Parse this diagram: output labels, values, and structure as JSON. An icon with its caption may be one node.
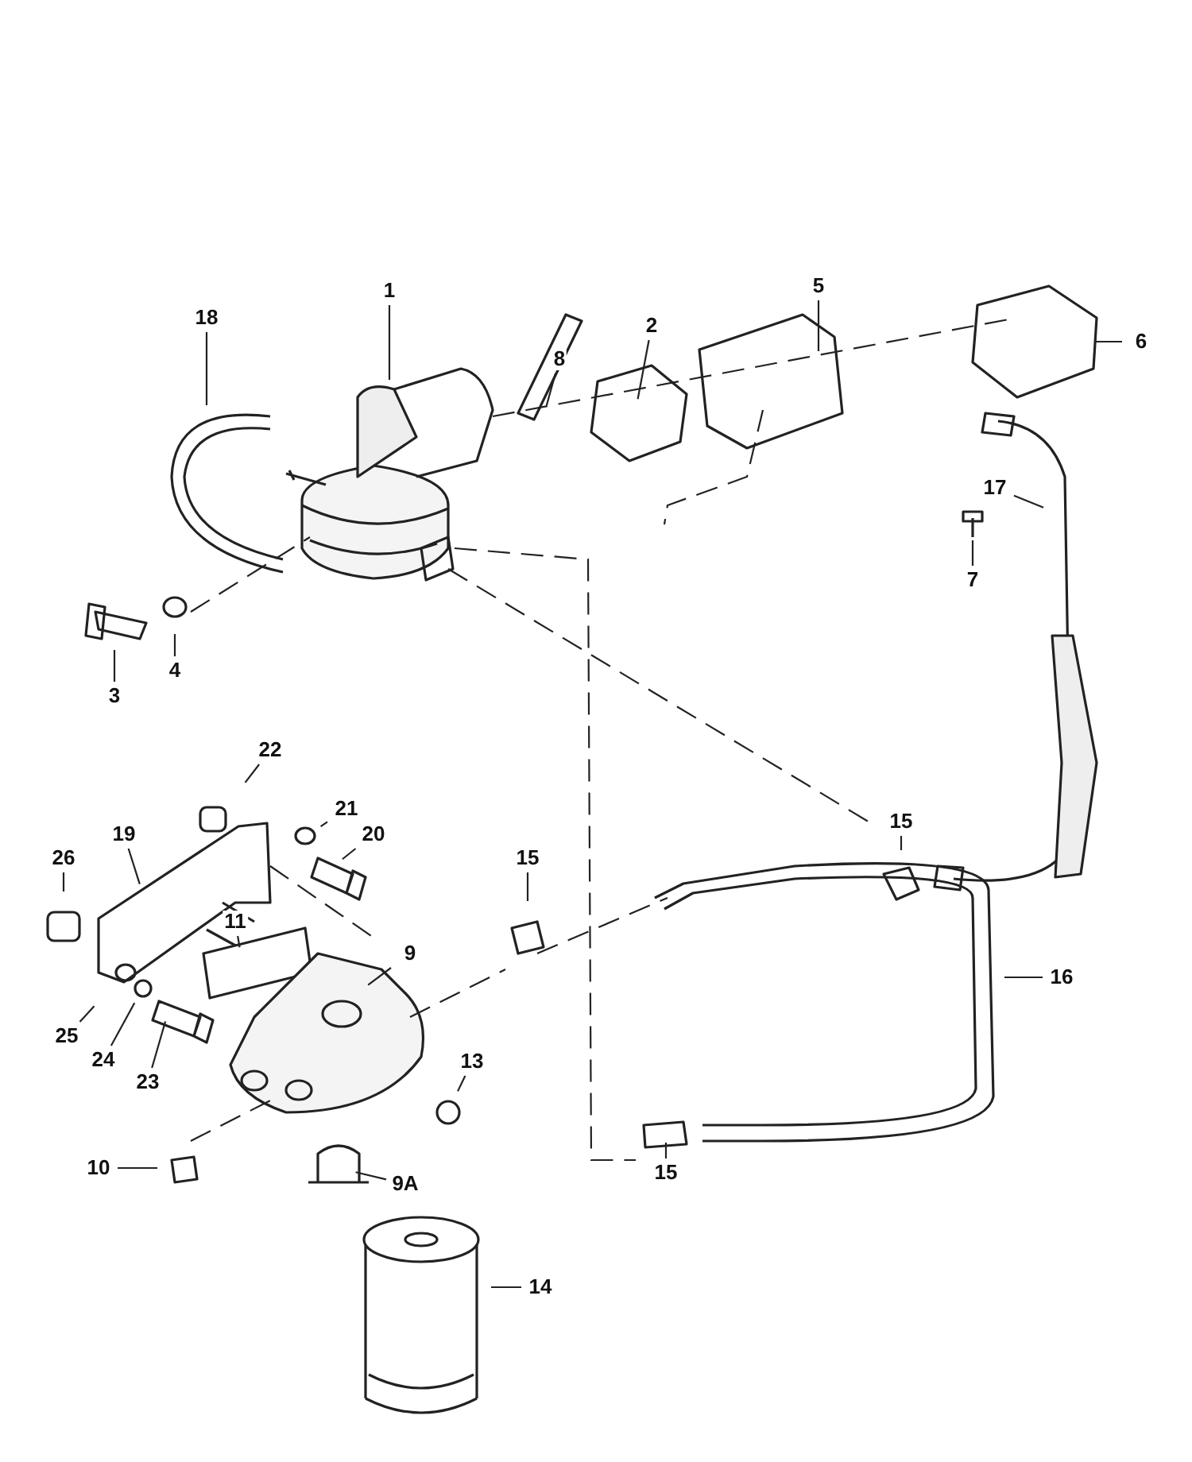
{
  "diagram": {
    "nodes": [
      {
        "text": [
          "5"
        ]
      },
      {
        "text": [
          "6"
        ]
      },
      {
        "text": [
          "8"
        ]
      },
      {
        "text": [
          "2"
        ]
      },
      {
        "text": [
          "1"
        ]
      },
      {
        "text": [
          "18"
        ]
      },
      {
        "text": [
          "17"
        ]
      },
      {
        "text": [
          "7"
        ]
      },
      {
        "text": [
          "4"
        ]
      },
      {
        "text": [
          "3"
        ]
      },
      {
        "text": [
          "22"
        ]
      },
      {
        "text": [
          "21"
        ]
      },
      {
        "text": [
          "20"
        ]
      },
      {
        "text": [
          "15"
        ]
      },
      {
        "text": [
          "26"
        ]
      },
      {
        "text": [
          "19"
        ]
      },
      {
        "text": [
          "15"
        ]
      },
      {
        "text": [
          "11"
        ]
      },
      {
        "text": [
          "9"
        ]
      },
      {
        "text": [
          "16"
        ]
      },
      {
        "text": [
          "25"
        ]
      },
      {
        "text": [
          "24"
        ]
      },
      {
        "text": [
          "23"
        ]
      },
      {
        "text": [
          "13"
        ]
      },
      {
        "text": [
          "10"
        ]
      },
      {
        "text": [
          "9A"
        ]
      },
      {
        "text": [
          "15"
        ]
      },
      {
        "text": [
          "14"
        ]
      }
    ],
    "edges": [
      {
        "from": 0,
        "to": null,
        "arrow": "none"
      },
      {
        "from": 1,
        "to": null,
        "arrow": "none"
      },
      {
        "from": 2,
        "to": null,
        "arrow": "none"
      },
      {
        "from": 3,
        "to": null,
        "arrow": "none"
      },
      {
        "from": 4,
        "to": null,
        "arrow": "none"
      },
      {
        "from": 5,
        "to": null,
        "arrow": "none"
      },
      {
        "from": 6,
        "to": null,
        "arrow": "none"
      },
      {
        "from": 7,
        "to": null,
        "arrow": "none"
      },
      {
        "from": 8,
        "to": null,
        "arrow": "none"
      },
      {
        "from": 9,
        "to": null,
        "arrow": "none"
      },
      {
        "from": 10,
        "to": null,
        "arrow": "none"
      },
      {
        "from": 11,
        "to": null,
        "arrow": "none"
      },
      {
        "from": 12,
        "to": null,
        "arrow": "none"
      },
      {
        "from": 13,
        "to": null,
        "arrow": "none"
      },
      {
        "from": 14,
        "to": null,
        "arrow": "none"
      },
      {
        "from": 15,
        "to": null,
        "arrow": "none"
      },
      {
        "from": 16,
        "to": null,
        "arrow": "none"
      },
      {
        "from": 17,
        "to": null,
        "arrow": "none"
      },
      {
        "from": 18,
        "to": null,
        "arrow": "none"
      },
      {
        "from": 19,
        "to": null,
        "arrow": "none"
      },
      {
        "from": 20,
        "to": null,
        "arrow": "none"
      },
      {
        "from": 21,
        "to": null,
        "arrow": "none"
      },
      {
        "from": 22,
        "to": null,
        "arrow": "none"
      },
      {
        "from": 23,
        "to": null,
        "arrow": "none"
      },
      {
        "from": 24,
        "to": null,
        "arrow": "none"
      },
      {
        "from": 25,
        "to": null,
        "arrow": "none"
      },
      {
        "from": 26,
        "to": null,
        "arrow": "none"
      },
      {
        "from": 27,
        "to": null,
        "arrow": "none"
      }
    ]
  }
}
